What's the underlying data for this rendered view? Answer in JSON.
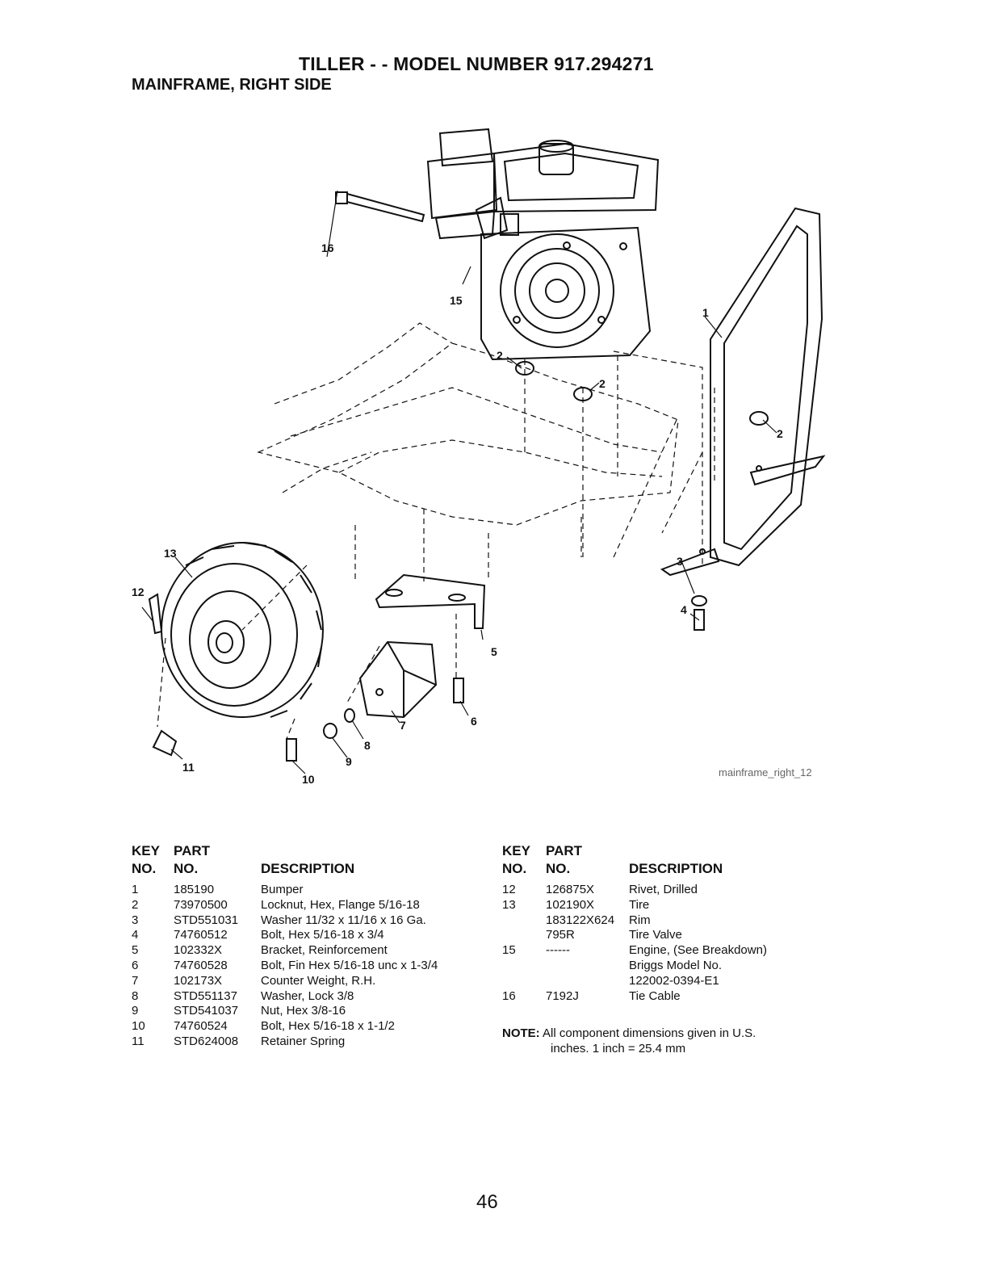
{
  "header": {
    "title": "TILLER - - MODEL NUMBER 917.294271",
    "subtitle": "MAINFRAME, RIGHT SIDE"
  },
  "diagram": {
    "image_id": "mainframe_right_12",
    "callouts": [
      "16",
      "15",
      "1",
      "2",
      "2",
      "2",
      "13",
      "12",
      "3",
      "4",
      "5",
      "6",
      "7",
      "8",
      "9",
      "10",
      "11"
    ]
  },
  "parts_table": {
    "headers": {
      "key_line1": "KEY",
      "key_line2": "NO.",
      "part_line1": "PART",
      "part_line2": "NO.",
      "description": "DESCRIPTION"
    },
    "left_rows": [
      {
        "key": "1",
        "part": "185190",
        "description": "Bumper"
      },
      {
        "key": "2",
        "part": "73970500",
        "description": "Locknut, Hex, Flange 5/16-18"
      },
      {
        "key": "3",
        "part": "STD551031",
        "description": "Washer 11/32 x 11/16 x 16 Ga."
      },
      {
        "key": "4",
        "part": "74760512",
        "description": "Bolt, Hex 5/16-18 x 3/4"
      },
      {
        "key": "5",
        "part": "102332X",
        "description": "Bracket, Reinforcement"
      },
      {
        "key": "6",
        "part": "74760528",
        "description": "Bolt, Fin Hex 5/16-18 unc x 1-3/4"
      },
      {
        "key": "7",
        "part": "102173X",
        "description": "Counter Weight, R.H."
      },
      {
        "key": "8",
        "part": "STD551137",
        "description": "Washer, Lock 3/8"
      },
      {
        "key": "9",
        "part": "STD541037",
        "description": "Nut, Hex 3/8-16"
      },
      {
        "key": "10",
        "part": "74760524",
        "description": "Bolt, Hex 5/16-18 x 1-1/2"
      },
      {
        "key": "11",
        "part": "STD624008",
        "description": "Retainer Spring"
      }
    ],
    "right_rows": [
      {
        "key": "12",
        "part": "126875X",
        "description": "Rivet, Drilled"
      },
      {
        "key": "13",
        "part": "102190X",
        "description": "Tire"
      },
      {
        "key": "",
        "part": "183122X624",
        "description": "Rim"
      },
      {
        "key": "",
        "part": "795R",
        "description": "Tire Valve"
      },
      {
        "key": "15",
        "part": "------",
        "description": "Engine, (See Breakdown)"
      },
      {
        "key": "",
        "part": "",
        "description": "Briggs Model No."
      },
      {
        "key": "",
        "part": "",
        "description": "122002-0394-E1"
      },
      {
        "key": "16",
        "part": "7192J",
        "description": "Tie Cable"
      }
    ]
  },
  "note": {
    "label": "NOTE:",
    "line1": "All component dimensions given in U.S.",
    "line2": "inches. 1 inch = 25.4 mm"
  },
  "page_number": "46"
}
